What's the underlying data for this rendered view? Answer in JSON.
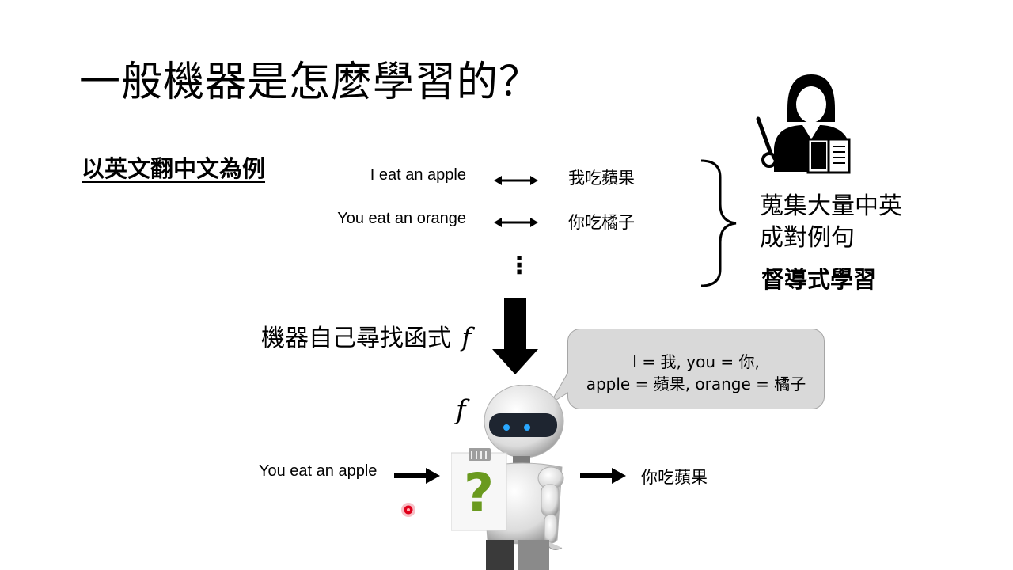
{
  "slide": {
    "title": "一般機器是怎麼學習的？",
    "subtitle": "以英文翻中文為例",
    "pairs": [
      {
        "en": "I eat an apple",
        "zh": "我吃蘋果"
      },
      {
        "en": "You eat an orange",
        "zh": "你吃橘子"
      }
    ],
    "ellipsis": "⋮",
    "collect_text": [
      "蒐集大量中英",
      "成對例句"
    ],
    "supervised_label": "督導式學習",
    "machine_find_text": "機器自己尋找函式",
    "function_symbol": "f",
    "robot_label": "f",
    "bubble": {
      "line1": "I = 我, you = 你,",
      "line2": "apple = 蘋果, orange = 橘子"
    },
    "input_sentence": "You eat an apple",
    "output_sentence": "你吃蘋果",
    "sign_symbol": "?"
  },
  "icons": {
    "teacher": "teacher-with-pointer-and-book-icon",
    "laser_pointer": "laser-pointer-dot"
  },
  "colors": {
    "bubble_fill": "#d9d9d9",
    "question_mark": "#6a9a1f",
    "robot_eyes": "#2aa8ff",
    "laser": "#e0001b"
  }
}
